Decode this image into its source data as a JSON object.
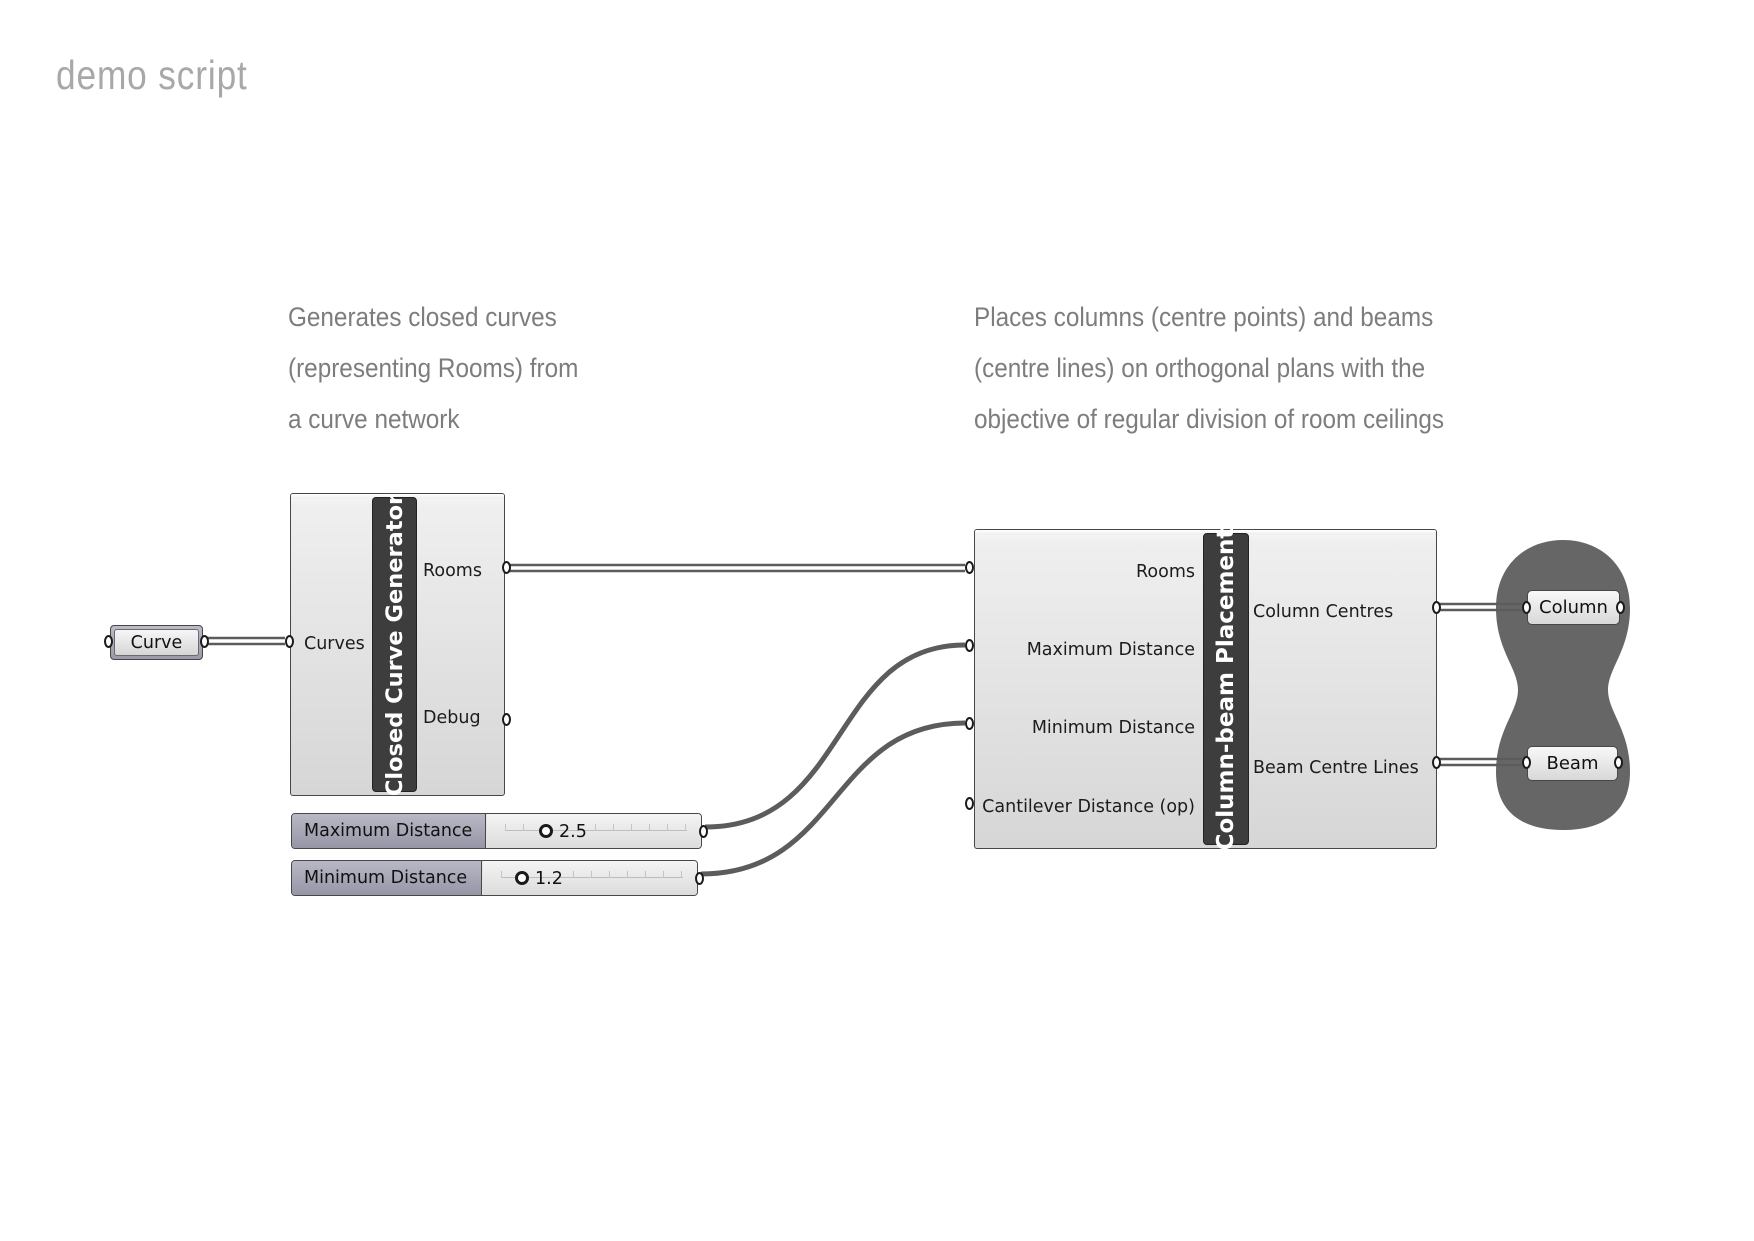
{
  "page": {
    "title": "demo script"
  },
  "descriptions": {
    "left": [
      "Generates closed curves",
      "(representing Rooms) from",
      "a curve network"
    ],
    "right": [
      "Places columns (centre points) and beams",
      "(centre lines) on orthogonal plans with the",
      "objective of regular division of room ceilings"
    ]
  },
  "curve_param": {
    "label": "Curve"
  },
  "closed_curve_generator": {
    "name": "Closed Curve Generator",
    "inputs": [
      "Curves"
    ],
    "outputs": [
      "Rooms",
      "Debug"
    ]
  },
  "sliders": [
    {
      "name": "Maximum Distance",
      "value": "2.5"
    },
    {
      "name": "Minimum Distance",
      "value": "1.2"
    }
  ],
  "column_beam_placement": {
    "name": "Column-beam Placement",
    "inputs": [
      "Rooms",
      "Maximum Distance",
      "Minimum Distance",
      "Cantilever Distance (op)"
    ],
    "outputs": [
      "Column Centres",
      "Beam Centre Lines"
    ]
  },
  "outputs": {
    "column": "Column",
    "beam": "Beam"
  },
  "colors": {
    "wire": "#5c5c5c",
    "strip": "#3d3d3d",
    "cluster": "#666666",
    "title": "#a8a8a8"
  }
}
